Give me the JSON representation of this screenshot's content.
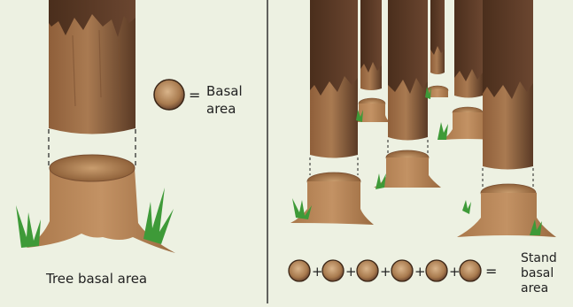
{
  "left_panel": {
    "legend_line1": "Basal",
    "legend_line2": "area",
    "legend_equals": "=",
    "caption": "Tree basal area"
  },
  "right_panel": {
    "plus": "+",
    "equals": "=",
    "caption_line1": "Stand",
    "caption_line2": "basal",
    "caption_line3": "area"
  },
  "colors": {
    "background": "#edf1e2",
    "bark_light": "#a5744c",
    "bark_dark": "#5a3a25",
    "stump": "#b88656",
    "grass": "#3e9a38",
    "divider": "#333333"
  }
}
